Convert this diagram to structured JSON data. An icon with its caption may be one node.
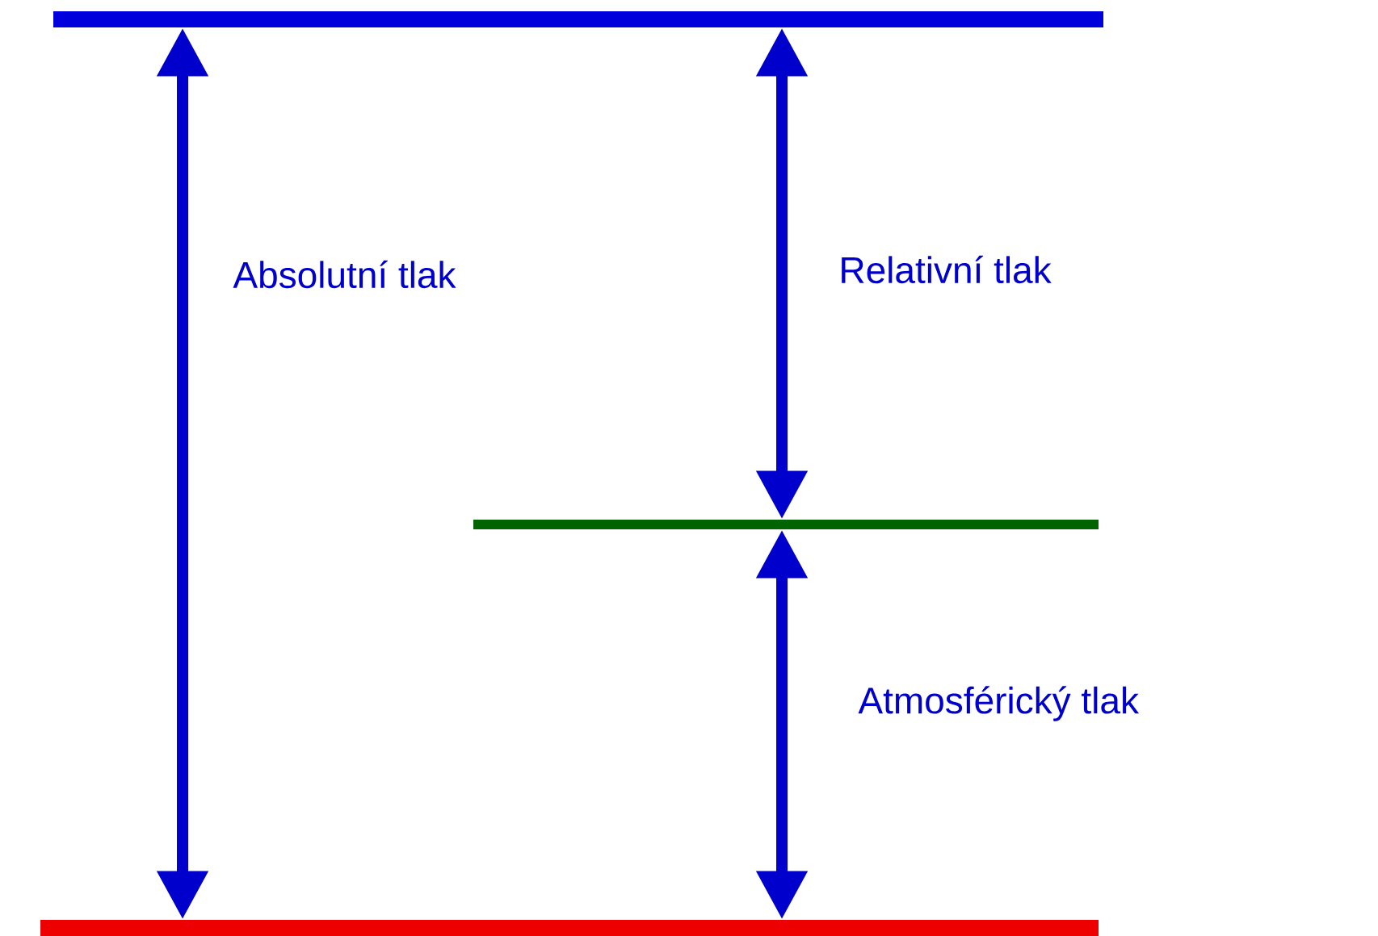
{
  "diagram": {
    "nodes": [
      {
        "text": [],
        "shape": "bar"
      },
      {
        "text": [],
        "shape": "bar"
      },
      {
        "text": [],
        "shape": "bar"
      }
    ],
    "edges": [
      {
        "from": 0,
        "to": 2,
        "arrow": "both",
        "label": "Absolutní tlak"
      },
      {
        "from": 0,
        "to": 1,
        "arrow": "both",
        "label": "Relativní tlak"
      },
      {
        "from": 1,
        "to": 2,
        "arrow": "both",
        "label": "Atmosférický tlak"
      }
    ]
  }
}
